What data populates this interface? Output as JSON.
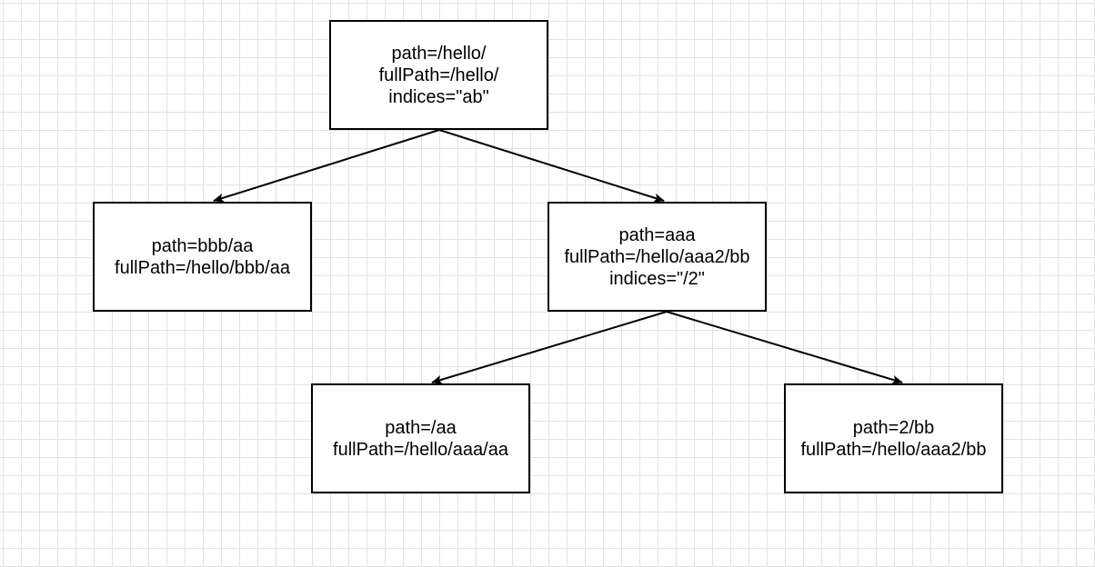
{
  "nodes": {
    "root": {
      "lines": [
        "path=/hello/",
        "fullPath=/hello/",
        "indices=\"ab\""
      ]
    },
    "bbb": {
      "lines": [
        "path=bbb/aa",
        "fullPath=/hello/bbb/aa"
      ]
    },
    "aaa": {
      "lines": [
        "path=aaa",
        "fullPath=/hello/aaa2/bb",
        "indices=\"/2\""
      ]
    },
    "aa": {
      "lines": [
        "path=/aa",
        "fullPath=/hello/aaa/aa"
      ]
    },
    "two_bb": {
      "lines": [
        "path=2/bb",
        "fullPath=/hello/aaa2/bb"
      ]
    }
  },
  "edges": [
    {
      "from": "root",
      "to": "bbb"
    },
    {
      "from": "root",
      "to": "aaa"
    },
    {
      "from": "aaa",
      "to": "aa"
    },
    {
      "from": "aaa",
      "to": "two_bb"
    }
  ],
  "colors": {
    "stroke": "#000000",
    "grid": "#e2e2e2",
    "background": "#ffffff"
  }
}
